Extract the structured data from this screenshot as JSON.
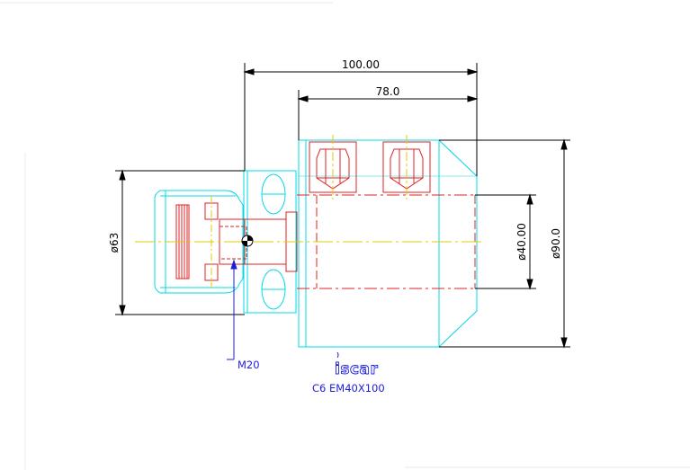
{
  "dimensions": {
    "overall_length": "100.00",
    "body_length": "78.0",
    "shank_diameter": "ø63",
    "bore_diameter": "ø40.00",
    "body_diameter": "ø90.0"
  },
  "thread_callout": "M20",
  "brand_logo": "iscar",
  "part_designation": "C6 EM40X100",
  "colors": {
    "outline": "#00d8e8",
    "hidden_red": "#e02020",
    "center_yellow": "#e6c800",
    "dimension_black": "#000000",
    "annotation_blue": "#1c1cdc"
  }
}
